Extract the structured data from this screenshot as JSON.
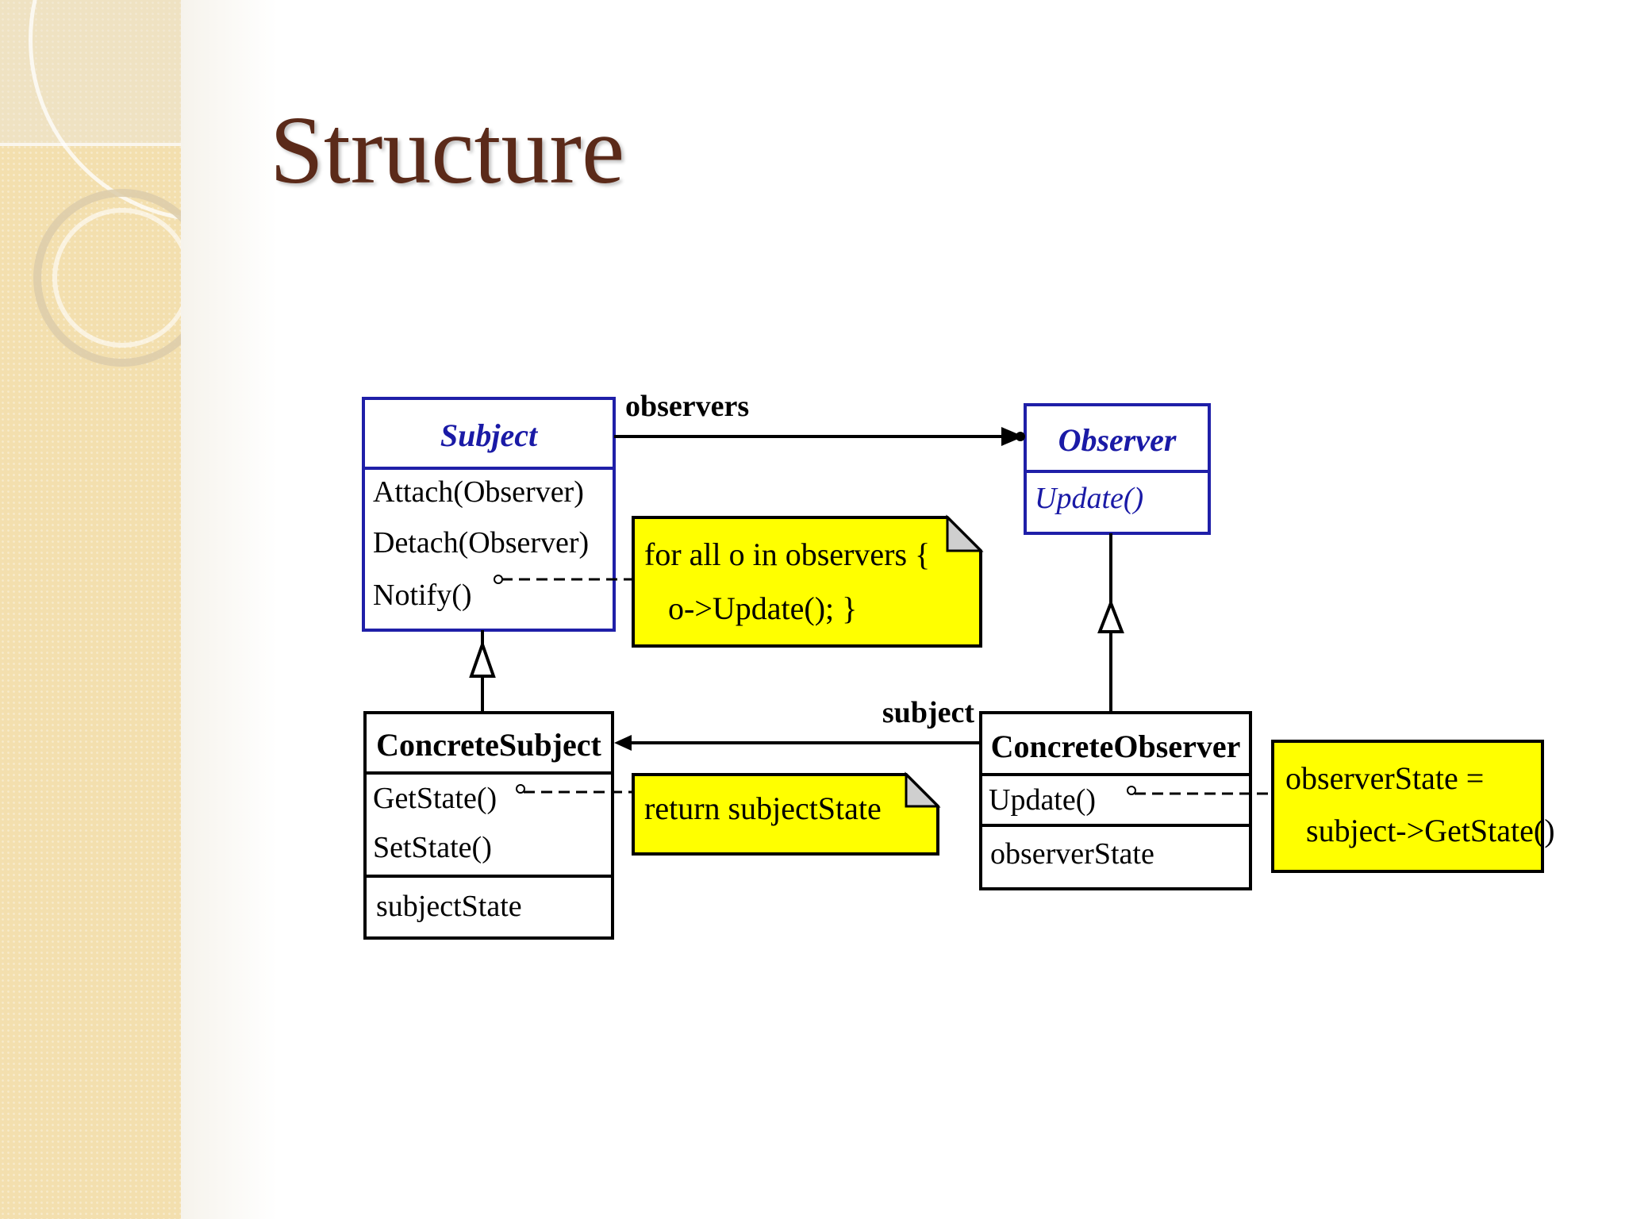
{
  "slide": {
    "title": "Structure"
  },
  "diagram": {
    "classes": {
      "subject": {
        "name": "Subject",
        "operations": [
          "Attach(Observer)",
          "Detach(Observer)",
          "Notify()"
        ]
      },
      "observer": {
        "name": "Observer",
        "operations": [
          "Update()"
        ]
      },
      "concrete_subject": {
        "name": "ConcreteSubject",
        "operations": [
          "GetState()",
          "SetState()"
        ],
        "attributes": [
          "subjectState"
        ]
      },
      "concrete_observer": {
        "name": "ConcreteObserver",
        "operations": [
          "Update()"
        ],
        "attributes": [
          "observerState"
        ]
      }
    },
    "associations": {
      "observers_label": "observers",
      "subject_label": "subject"
    },
    "notes": {
      "notify": [
        "for all o in observers {",
        "o->Update(); }"
      ],
      "getstate": [
        "return subjectState"
      ],
      "update": [
        "observerState =",
        "subject->GetState()"
      ]
    },
    "colors": {
      "abstract_text": "#1a1aa6",
      "note_fill": "#ffff00",
      "title": "#5b2a19",
      "sidebar": "#f3dfae"
    }
  }
}
